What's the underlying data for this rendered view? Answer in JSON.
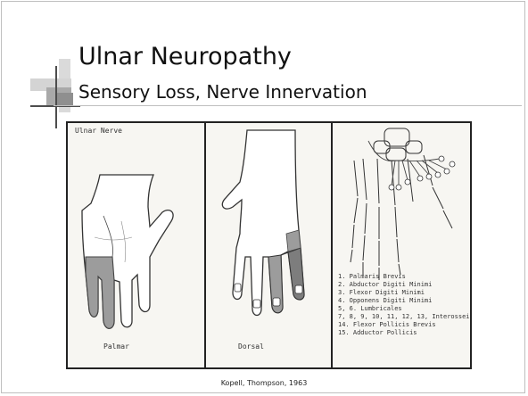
{
  "slide": {
    "title": "Ulnar Neuropathy",
    "subtitle": "Sensory Loss, Nerve Innervation",
    "caption": "Kopell, Thompson, 1963",
    "accent_colors": {
      "deco_dark": "#4d4d4d",
      "deco_mid": "#8f8f8f",
      "deco_light": "#c9c9c9"
    }
  },
  "figure": {
    "panel_heading": "Ulnar Nerve",
    "labels": {
      "palmar": "Palmar",
      "dorsal": "Dorsal"
    },
    "legend": [
      "1. Palmaris Brevis",
      "2. Abductor Digiti Minimi",
      "3. Flexor Digiti Minimi",
      "4. Opponens Digiti Minimi",
      "5, 6. Lumbricales",
      "7, 8, 9, 10, 11, 12, 13, Interossei",
      "14. Flexor Pollicis Brevis",
      "15. Adductor Pollicis"
    ],
    "shading_color": "#9c9c9c"
  }
}
